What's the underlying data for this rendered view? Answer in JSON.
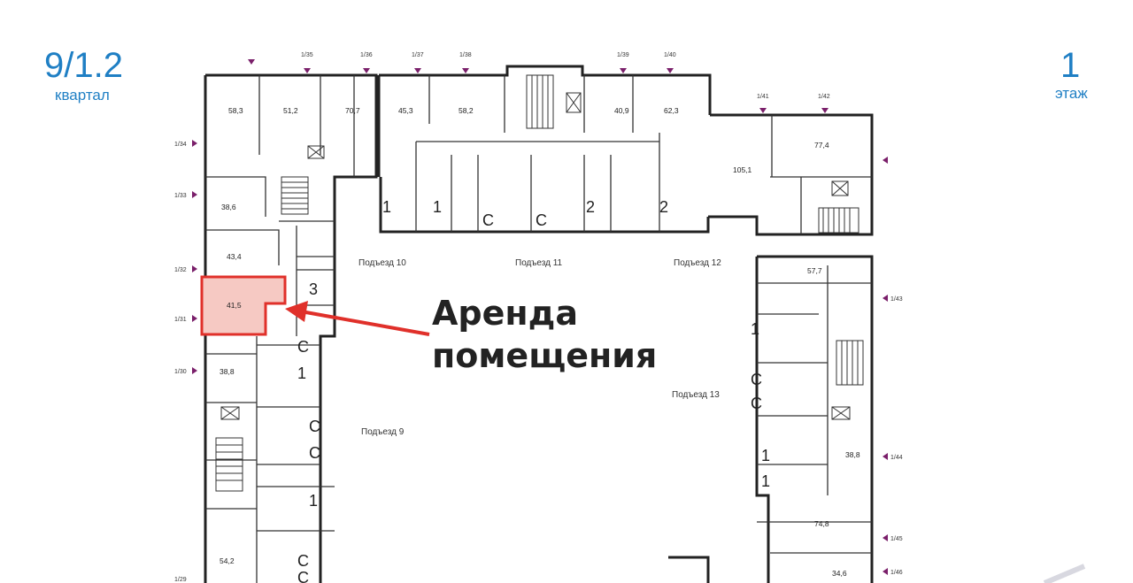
{
  "header": {
    "quarter_number": "9/1.2",
    "quarter_label": "квартал",
    "floor_number": "1",
    "floor_label": "этаж"
  },
  "callout": {
    "line1": "Аренда",
    "line2": "помещения"
  },
  "colors": {
    "wall": "#222222",
    "accent": "#1f7fc4",
    "highlight": "#e0302a",
    "highlight_fill": "#f6c9c3",
    "marker": "#7a1f6a"
  },
  "entrances": [
    "Подъезд 9",
    "Подъезд 10",
    "Подъезд 11",
    "Подъезд 12",
    "Подъезд 13"
  ],
  "axis_labels": [
    "1/34",
    "1/33",
    "1/32",
    "1/31",
    "1/30",
    "1/29",
    "1/35",
    "1/36",
    "1/37",
    "1/38",
    "1/39",
    "1/40",
    "1/41",
    "1/42",
    "1/43",
    "1/44",
    "1/45",
    "1/46"
  ],
  "commercial_areas": [
    "58,3",
    "51,2",
    "70,7",
    "45,3",
    "58,2",
    "40,9",
    "62,3",
    "105,1",
    "77,4",
    "38,6",
    "43,4",
    "41,5",
    "38,8",
    "54,2",
    "57,7",
    "38,8",
    "74,8",
    "34,6"
  ],
  "highlighted_area": "41,5",
  "apartment_types": [
    "1",
    "1",
    "C",
    "C",
    "2",
    "2",
    "3",
    "C",
    "1",
    "C",
    "C",
    "1",
    "C",
    "1",
    "1",
    "C",
    "C",
    "1",
    "C"
  ]
}
